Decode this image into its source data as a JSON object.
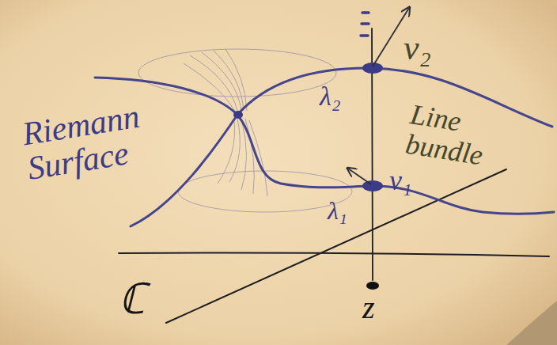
{
  "diagram": {
    "labels": [
      "Riemann Surface",
      "Line bundle",
      "λ₂",
      "v₂",
      "v₁",
      "λ₁",
      "ℂ",
      "z"
    ]
  }
}
